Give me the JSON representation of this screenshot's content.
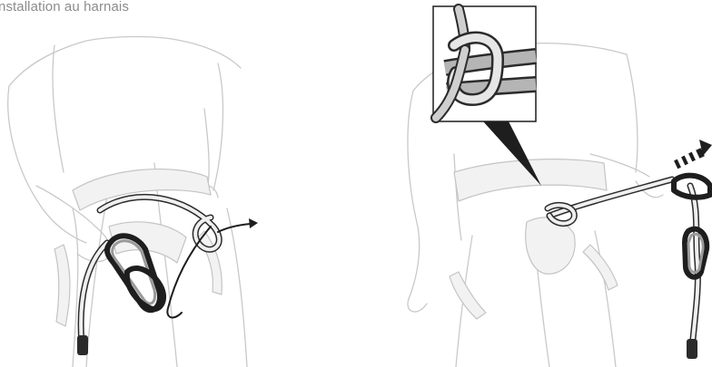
{
  "caption": "nstallation au harnais",
  "colors": {
    "caption_text": "#8c8c8c",
    "body_outline": "#c9c9c9",
    "rope_outline": "#2b2b2b",
    "inset_pointer": "#1e1e1e"
  },
  "panels": [
    {
      "id": "left",
      "elements": [
        "climber-body",
        "harness",
        "lanyard-rope",
        "carabiners",
        "pull-arrow"
      ]
    },
    {
      "id": "right",
      "elements": [
        "climber-body",
        "harness",
        "girth-hitch",
        "lanyard-rope",
        "carabiners",
        "pull-direction-arrow",
        "knot-detail-inset"
      ]
    }
  ]
}
